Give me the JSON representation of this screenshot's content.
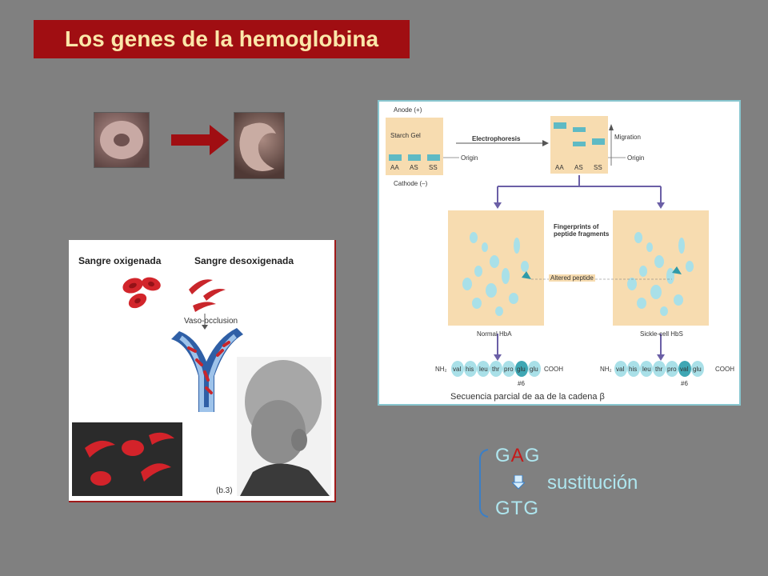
{
  "slide": {
    "title": "Los genes de la hemoglobina"
  },
  "left_panel": {
    "label_oxygenated": "Sangre oxigenada",
    "label_deoxygenated": "Sangre desoxigenada",
    "label_vaso": "Vaso-occlusion",
    "label_figure": "(b.3)"
  },
  "right_panel": {
    "anode": "Anode (+)",
    "cathode": "Cathode (–)",
    "starch_gel": "Starch Gel",
    "electrophoresis": "Electrophoresis",
    "migration": "Migration",
    "origin": "Origin",
    "lanes": [
      "AA",
      "AS",
      "SS"
    ],
    "fingerprints": "Fingerprints of peptide fragments",
    "altered_peptide": "Altered peptide",
    "normal": "Normal HbA",
    "sickle": "Sickle-cell HbS",
    "seq_normal": [
      "val",
      "his",
      "leu",
      "thr",
      "pro",
      "glu",
      "glu"
    ],
    "seq_sickle": [
      "val",
      "his",
      "leu",
      "thr",
      "pro",
      "val",
      "glu"
    ],
    "nh2": "NH₂",
    "cooh": "COOH",
    "pos6": "#6",
    "caption": "Secuencia parcial de aa de la cadena β"
  },
  "mutation": {
    "codon_top_pre": "G",
    "codon_top_mut": "A",
    "codon_top_post": "G",
    "substitution": "sustitución",
    "codon_bottom": "GTG"
  },
  "colors": {
    "title_bg": "#a00e12",
    "title_text": "#fbe7a9",
    "accent_cyan": "#aee6ef",
    "mutation_red": "#c41a1a"
  }
}
